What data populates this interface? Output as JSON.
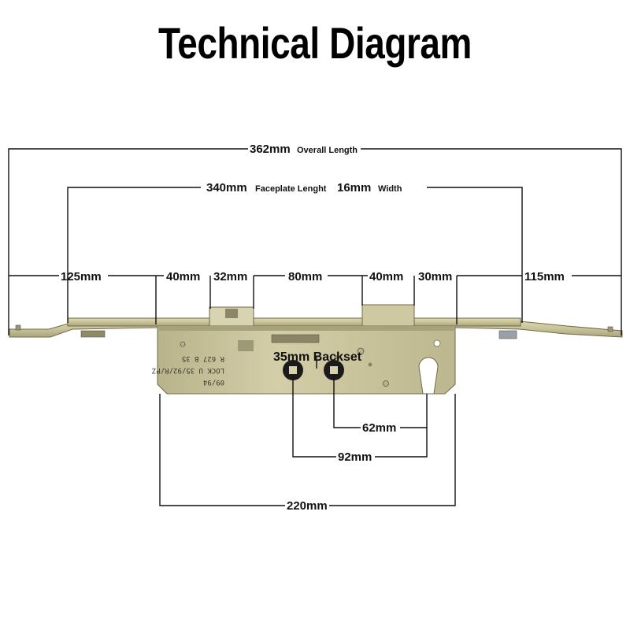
{
  "title": "Technical Diagram",
  "dimensions": {
    "overall": {
      "value": "362mm",
      "desc": "Overall Length"
    },
    "faceplate": {
      "value": "340mm",
      "desc": "Faceplate Lenght",
      "width_value": "16mm",
      "width_desc": "Width"
    },
    "seg_125": "125mm",
    "seg_40a": "40mm",
    "seg_32": "32mm",
    "seg_80": "80mm",
    "seg_40b": "40mm",
    "seg_30": "30mm",
    "seg_115": "115mm",
    "backset": "35mm Backset",
    "centre_62": "62mm",
    "centre_92": "92mm",
    "case_220": "220mm"
  },
  "stamp": {
    "line1": "09/94",
    "line2": "LOCK U 35/92/R/PZ",
    "line3": "R 627 B 35"
  },
  "colors": {
    "metal": "#c8c29a",
    "metal_dark": "#8f8a66",
    "ink": "#111111"
  }
}
